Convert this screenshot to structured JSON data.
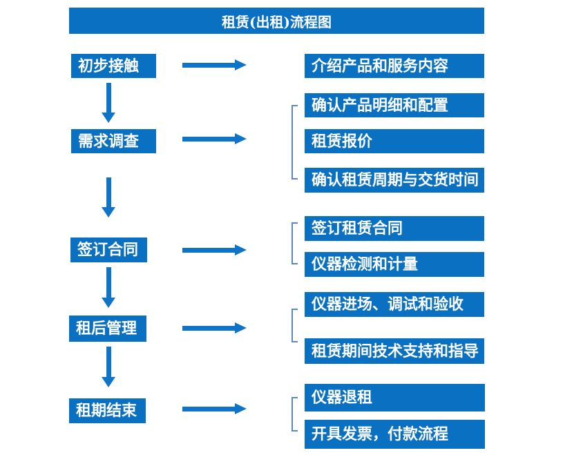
{
  "title": "租赁(出租)流程图",
  "colors": {
    "box_blue": "#0a70c2",
    "arrow_blue": "#0e74c8",
    "bracket_blue": "#5b87bf"
  },
  "flow": {
    "steps": [
      {
        "label": "初步接触",
        "details": [
          "介绍产品和服务内容"
        ]
      },
      {
        "label": "需求调查",
        "details": [
          "确认产品明细和配置",
          "租赁报价",
          "确认租赁周期与交货时间"
        ]
      },
      {
        "label": "签订合同",
        "details": [
          "签订租赁合同",
          "仪器检测和计量"
        ]
      },
      {
        "label": "租后管理",
        "details": [
          "仪器进场、调试和验收",
          "租赁期间技术支持和指导"
        ]
      },
      {
        "label": "租期结束",
        "details": [
          "仪器退租",
          "开具发票，付款流程"
        ]
      }
    ]
  }
}
